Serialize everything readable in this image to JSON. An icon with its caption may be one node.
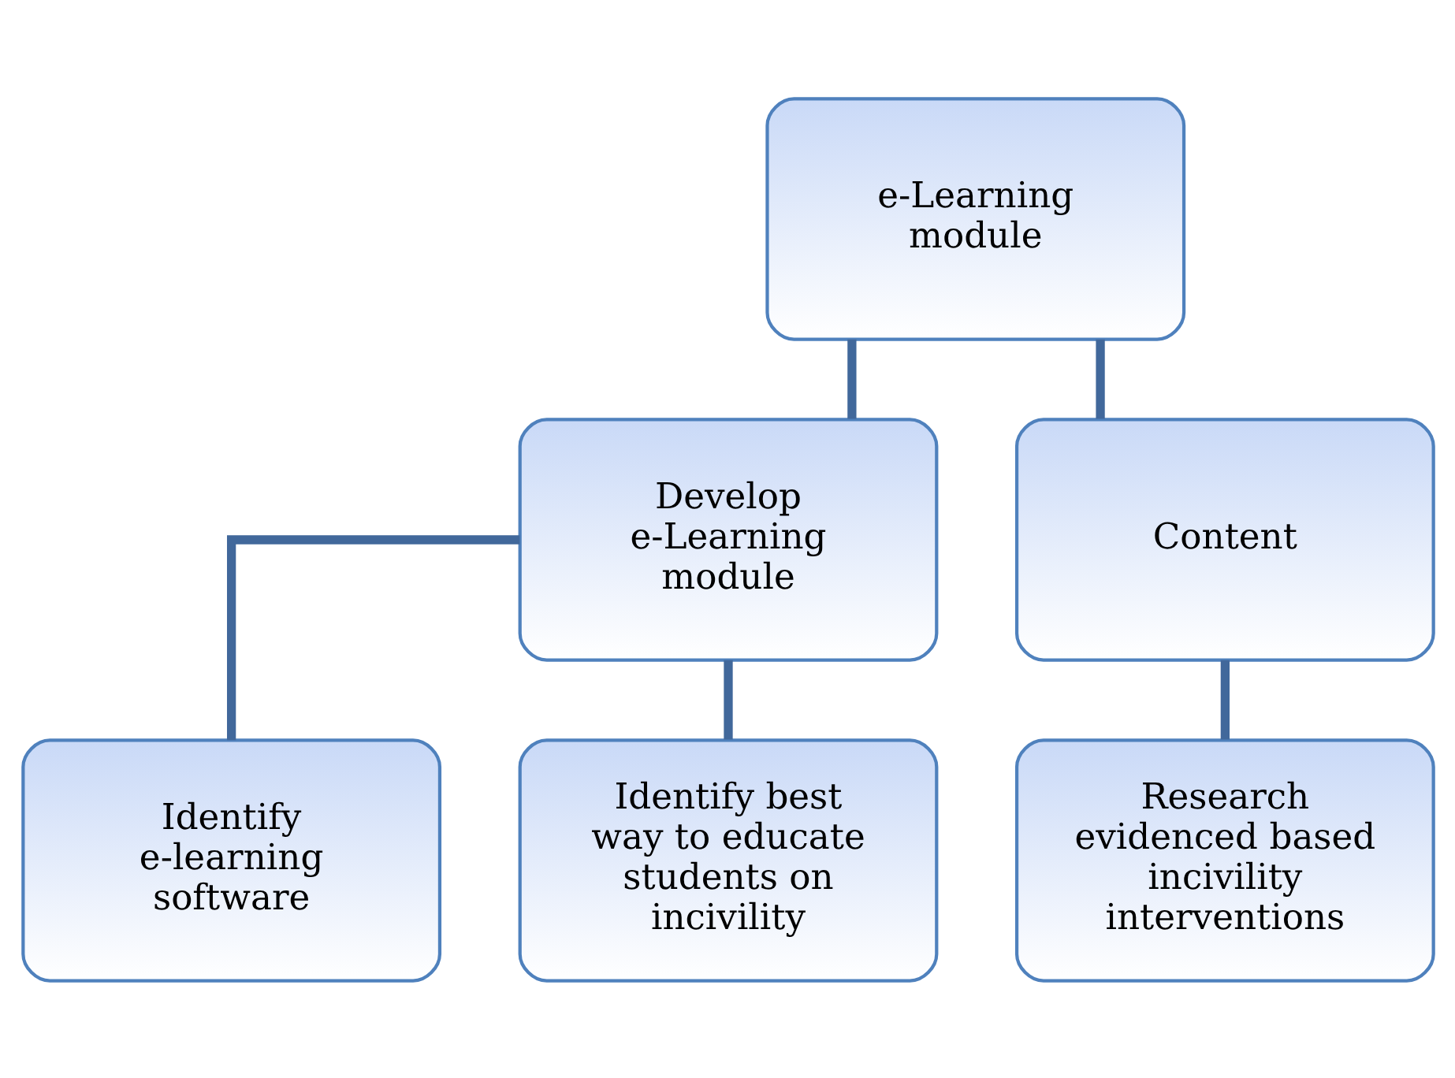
{
  "diagram": {
    "nodes": [
      {
        "text": [
          "e-Learning module"
        ]
      },
      {
        "text": [
          "Develop e-Learning module"
        ]
      },
      {
        "text": [
          "Content"
        ]
      },
      {
        "text": [
          "Identify e-learning software"
        ]
      },
      {
        "text": [
          "Identify best way to educate students on incivility"
        ]
      },
      {
        "text": [
          "Research evidenced based incivility interventions"
        ]
      }
    ],
    "edges": [
      {
        "from": 0,
        "to": 1,
        "arrow": "none"
      },
      {
        "from": 0,
        "to": 2,
        "arrow": "none"
      },
      {
        "from": 1,
        "to": 3,
        "arrow": "none"
      },
      {
        "from": 1,
        "to": 4,
        "arrow": "none"
      },
      {
        "from": 2,
        "to": 5,
        "arrow": "none"
      }
    ]
  }
}
